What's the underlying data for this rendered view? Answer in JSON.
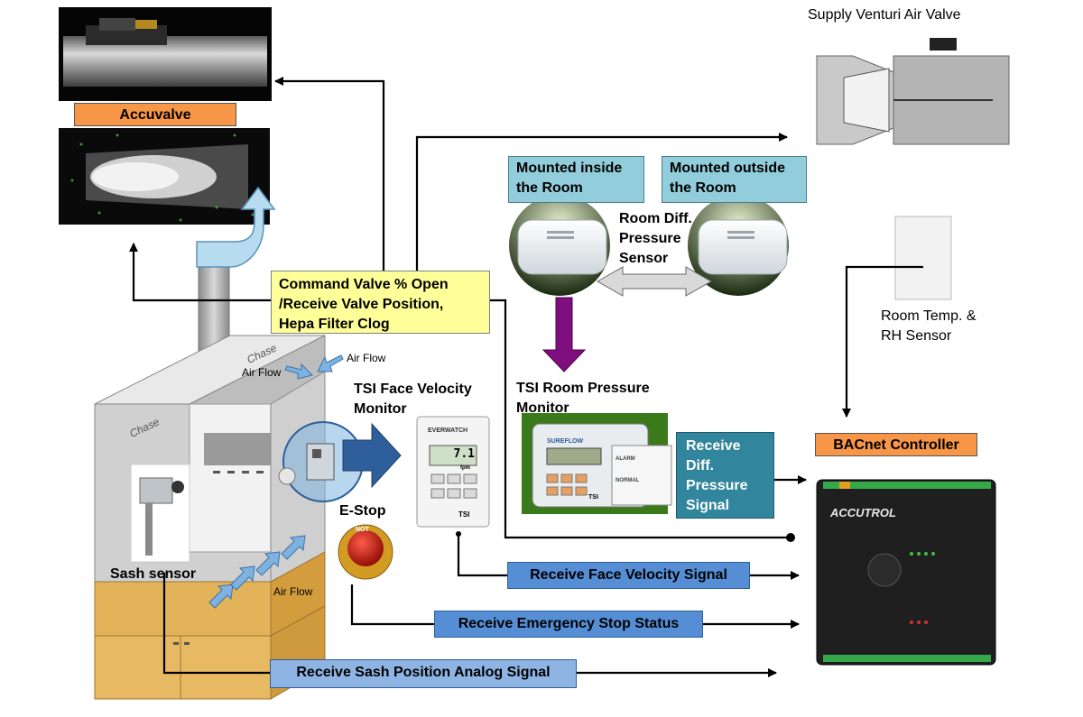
{
  "labels": {
    "accuvalve": "Accuvalve",
    "supply_venturi": "Supply Venturi Air Valve",
    "mounted_inside": "Mounted inside the Room",
    "mounted_outside": "Mounted outside the Room",
    "room_diff_pressure": "Room Diff. Pressure Sensor",
    "command_valve": "Command Valve % Open /Receive Valve Position, Hepa Filter Clog",
    "room_temp": "Room Temp. & RH Sensor",
    "tsi_face": "TSI Face Velocity Monitor",
    "tsi_room": "TSI Room Pressure Monitor",
    "receive_diff": "Receive Diff. Pressure Signal",
    "bacnet": "BACnet Controller",
    "estop": "E-Stop",
    "sash_sensor": "Sash sensor",
    "air_flow_1": "Air Flow",
    "air_flow_2": "Air Flow",
    "air_flow_3": "Air Flow",
    "chase_1": "Chase",
    "chase_2": "Chase",
    "receive_face": "Receive Face Velocity Signal",
    "receive_estop": "Receive Emergency Stop Status",
    "receive_sash": "Receive Sash Position Analog Signal"
  },
  "devices": {
    "face_monitor_brand": "EVERWATCH",
    "face_monitor_reading": "7.1",
    "face_monitor_unit": "fpm",
    "face_monitor_maker": "TSI",
    "room_monitor_brand": "SUREFLOW",
    "room_monitor_alarm": "ALARM",
    "room_monitor_normal": "NORMAL",
    "room_monitor_maker": "TSI",
    "controller_brand": "ACCUTROL",
    "estop_text": "NOT"
  },
  "colors": {
    "orange": "#f79646",
    "yellow": "#ffff99",
    "light_blue": "#92cddc",
    "teal": "#31859c",
    "signal_blue": "#558ed5",
    "signal_light_blue": "#8db4e2",
    "purple_arrow": "#7f0f7f",
    "airflow_arrow": "#7fb2e0"
  }
}
